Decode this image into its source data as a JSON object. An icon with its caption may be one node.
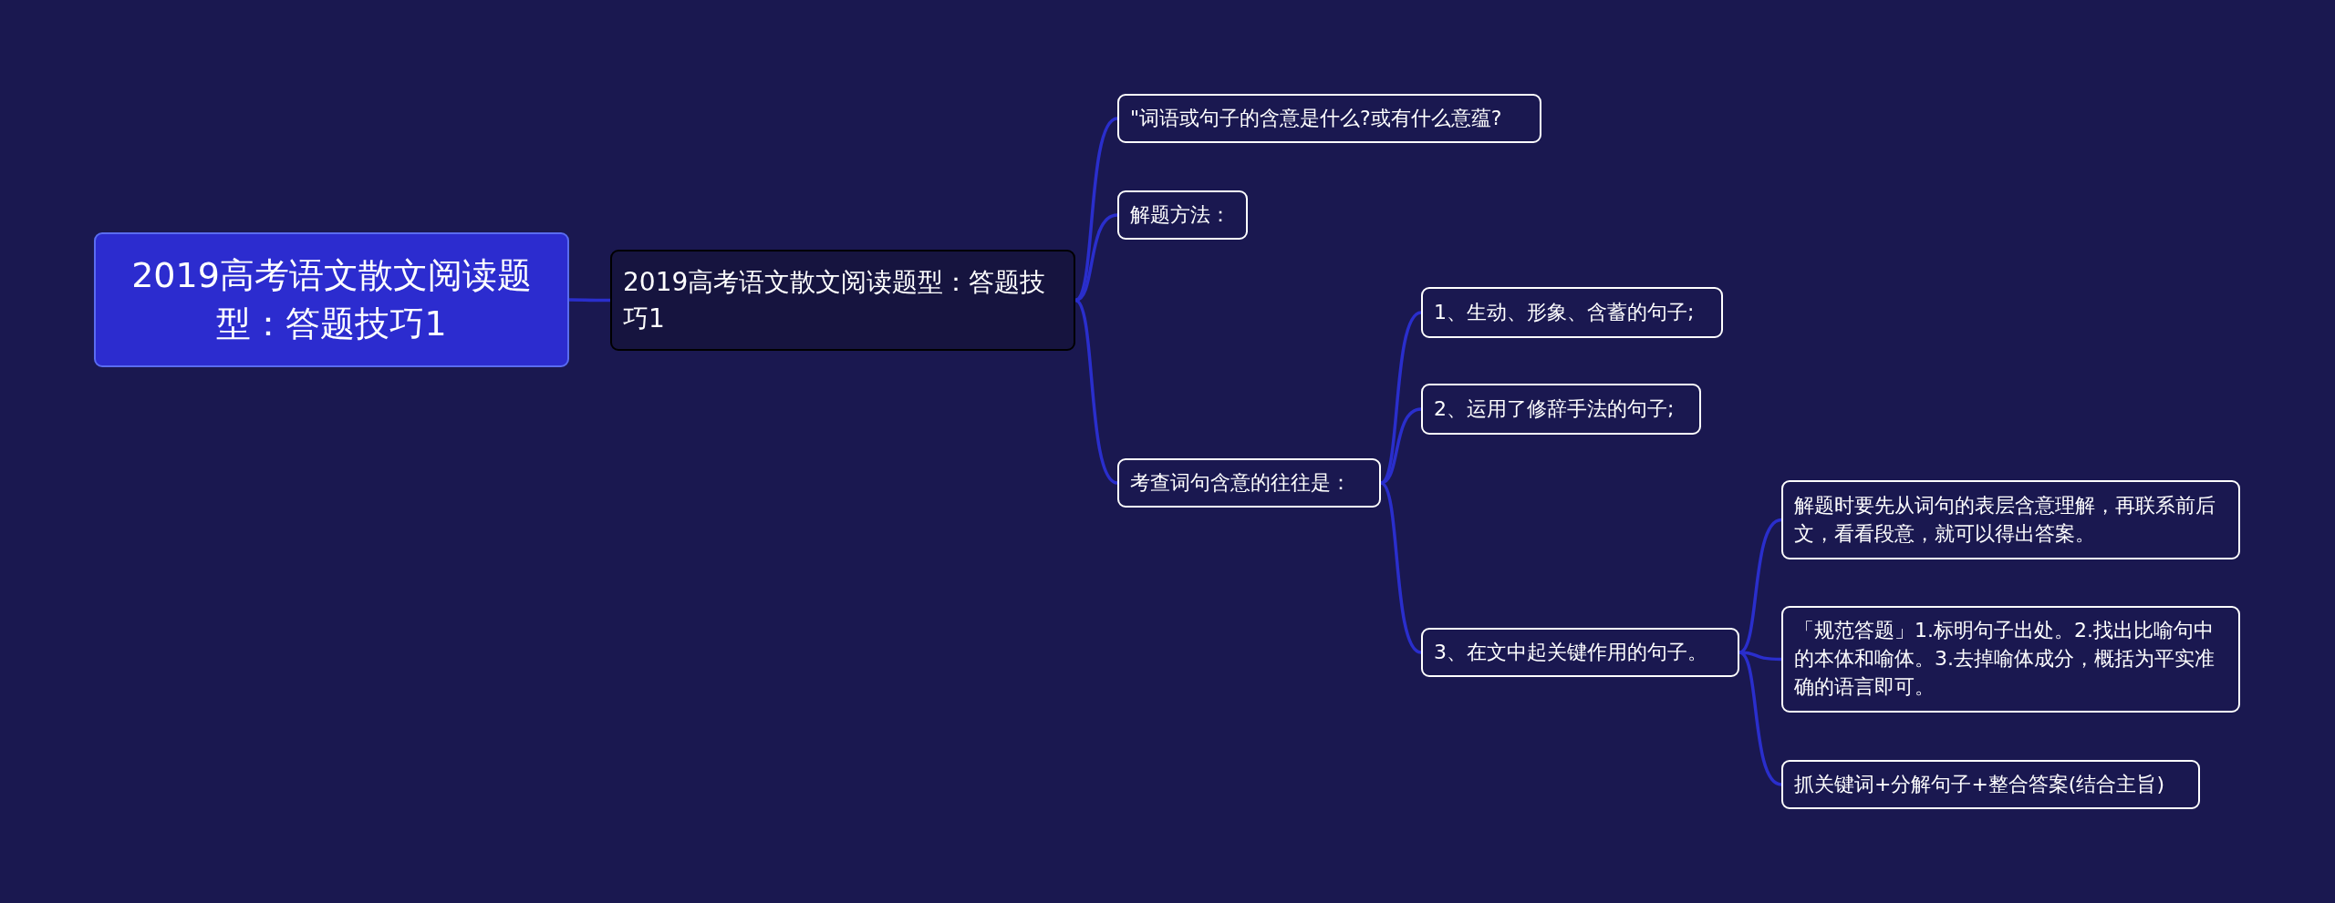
{
  "diagram": {
    "nodes": [
      {
        "text": [
          "2019高考语文散文阅读题型：答题技巧1"
        ]
      },
      {
        "text": [
          "2019高考语文散文阅读题型：答题技巧1"
        ]
      },
      {
        "text": [
          "\"词语或句子的含意是什么?或有什么意蕴?"
        ]
      },
      {
        "text": [
          "解题方法："
        ]
      },
      {
        "text": [
          "考查词句含意的往往是："
        ]
      },
      {
        "text": [
          "1、生动、形象、含蓄的句子;"
        ]
      },
      {
        "text": [
          "2、运用了修辞手法的句子;"
        ]
      },
      {
        "text": [
          "3、在文中起关键作用的句子。"
        ]
      },
      {
        "text": [
          "解题时要先从词句的表层含意理解，再联系前后文，看看段意，就可以得出答案。"
        ]
      },
      {
        "text": [
          "「规范答题」1.标明句子出处。2.找出比喻句中的本体和喻体。3.去掉喻体成分，概括为平实准确的语言即可。"
        ]
      },
      {
        "text": [
          "抓关键词+分解句子+整合答案(结合主旨)"
        ]
      }
    ],
    "edges": [
      {
        "from": 0,
        "to": 1,
        "arrow": "none"
      },
      {
        "from": 1,
        "to": 2,
        "arrow": "none"
      },
      {
        "from": 1,
        "to": 3,
        "arrow": "none"
      },
      {
        "from": 1,
        "to": 4,
        "arrow": "none"
      },
      {
        "from": 4,
        "to": 5,
        "arrow": "none"
      },
      {
        "from": 4,
        "to": 6,
        "arrow": "none"
      },
      {
        "from": 4,
        "to": 7,
        "arrow": "none"
      },
      {
        "from": 7,
        "to": 8,
        "arrow": "none"
      },
      {
        "from": 7,
        "to": 9,
        "arrow": "none"
      },
      {
        "from": 7,
        "to": 10,
        "arrow": "none"
      }
    ]
  }
}
